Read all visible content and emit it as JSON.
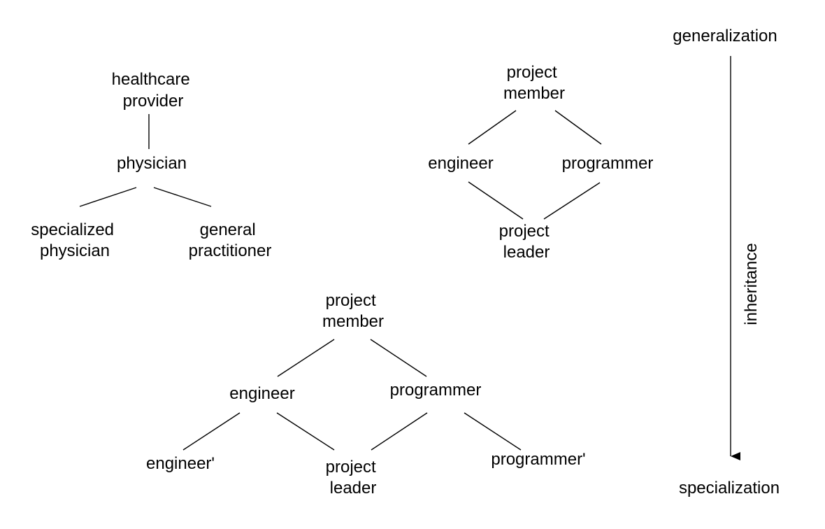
{
  "diagram1": {
    "healthcare_provider": [
      "healthcare",
      "provider"
    ],
    "physician": "physician",
    "specialized_physician": [
      "specialized",
      "physician"
    ],
    "general_practitioner": [
      "general",
      "practitioner"
    ]
  },
  "diagram2": {
    "project_member": [
      "project",
      "member"
    ],
    "engineer": "engineer",
    "programmer": "programmer",
    "project_leader": [
      "project",
      "leader"
    ]
  },
  "diagram3": {
    "project_member": [
      "project",
      "member"
    ],
    "engineer": "engineer",
    "programmer": "programmer",
    "engineer_prime": "engineer'",
    "project_leader": [
      "project",
      "leader"
    ],
    "programmer_prime": "programmer'"
  },
  "axis": {
    "top_label": "generalization",
    "middle_label": "inheritance",
    "bottom_label": "specialization"
  }
}
